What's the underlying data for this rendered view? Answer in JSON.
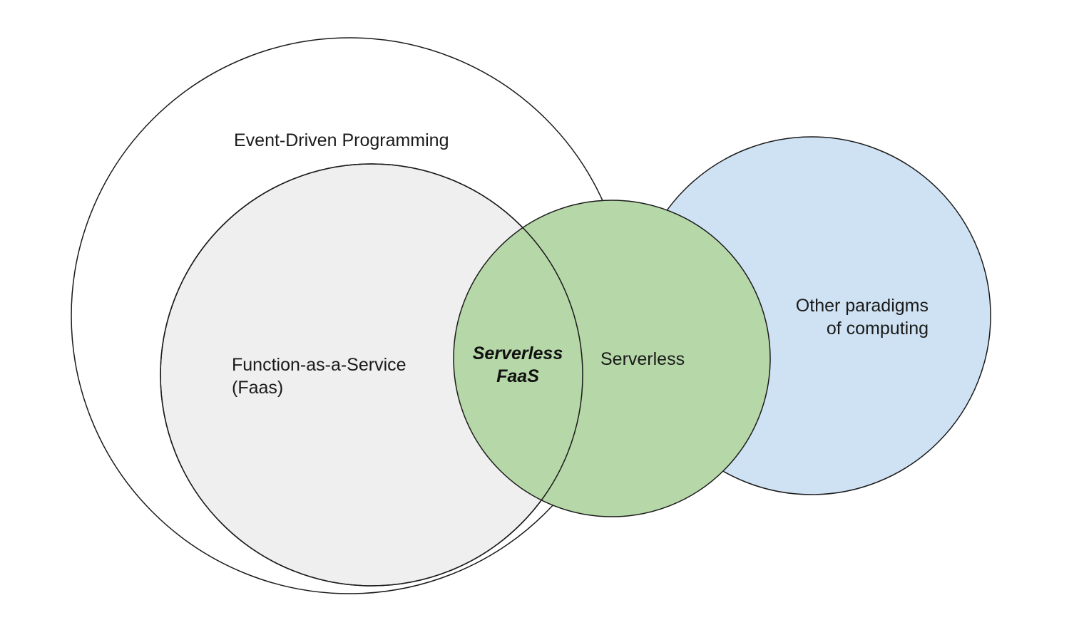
{
  "diagram": {
    "sets": {
      "event_driven": {
        "label": "Event-Driven Programming",
        "fill": "#ffffff",
        "stroke": "#1a1a1a"
      },
      "faas": {
        "label_line1": "Function-as-a-Service",
        "label_line2": "(Faas)",
        "fill": "#efefef",
        "stroke": "#1a1a1a"
      },
      "serverless": {
        "label": "Serverless",
        "fill": "#b6d7a8",
        "stroke": "#1a1a1a"
      },
      "other": {
        "label_line1": "Other paradigms",
        "label_line2": "of computing",
        "fill": "#cfe2f3",
        "stroke": "#1a1a1a"
      }
    },
    "intersection": {
      "label_line1": "Serverless",
      "label_line2": "FaaS"
    }
  }
}
